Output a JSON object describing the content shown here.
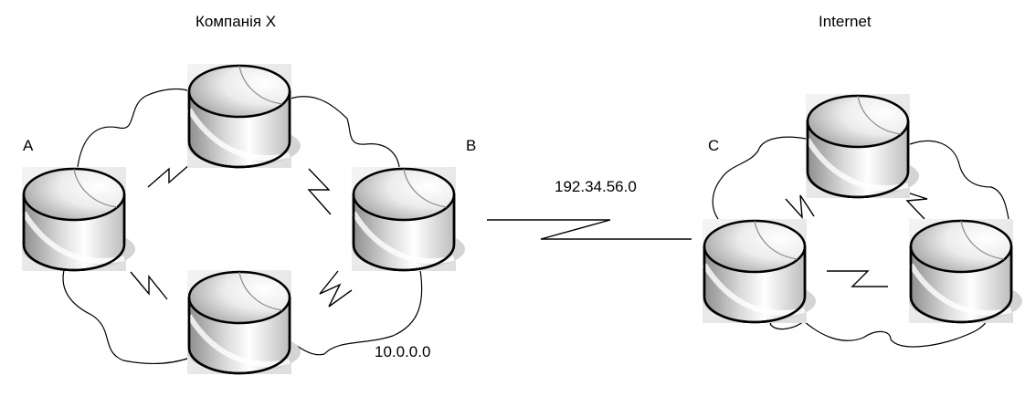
{
  "labels": {
    "company": "Компанія X",
    "internet": "Internet",
    "router_a": "A",
    "router_b": "B",
    "router_c": "C",
    "wan_network": "192.34.56.0",
    "lan_network": "10.0.0.0"
  },
  "colors": {
    "background": "#ffffff",
    "stroke": "#000000",
    "router_top": "#e9e9e9",
    "router_side_dark": "#9a9a9a",
    "shadow": "#dcdcdc"
  },
  "icons": [
    "router-icon",
    "lightning-link-icon",
    "cloud-network-icon"
  ]
}
